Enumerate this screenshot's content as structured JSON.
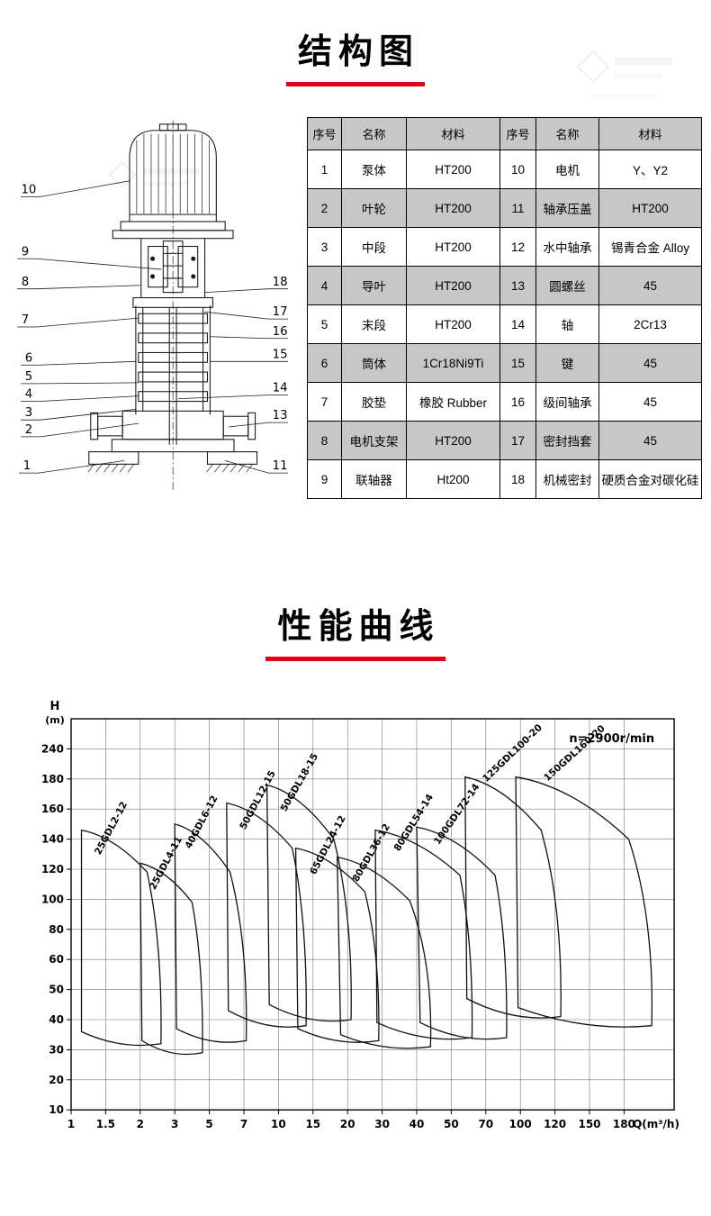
{
  "page": {
    "section1_title": "结构图",
    "section2_title": "性能曲线",
    "accent_color": "#e60012"
  },
  "parts_table": {
    "headers": [
      "序号",
      "名称",
      "材料",
      "序号",
      "名称",
      "材料"
    ],
    "rows": [
      [
        "1",
        "泵体",
        "HT200",
        "10",
        "电机",
        "Y、Y2"
      ],
      [
        "2",
        "叶轮",
        "HT200",
        "11",
        "轴承压盖",
        "HT200"
      ],
      [
        "3",
        "中段",
        "HT200",
        "12",
        "水中轴承",
        "锡青合金 Alloy"
      ],
      [
        "4",
        "导叶",
        "HT200",
        "13",
        "圆螺丝",
        "45"
      ],
      [
        "5",
        "末段",
        "HT200",
        "14",
        "轴",
        "2Cr13"
      ],
      [
        "6",
        "筒体",
        "1Cr18Ni9Ti",
        "15",
        "键",
        "45"
      ],
      [
        "7",
        "胶垫",
        "橡胶 Rubber",
        "16",
        "级间轴承",
        "45"
      ],
      [
        "8",
        "电机支架",
        "HT200",
        "17",
        "密封挡套",
        "45"
      ],
      [
        "9",
        "联轴器",
        "Ht200",
        "18",
        "机械密封",
        "硬质合金对碳化硅"
      ]
    ]
  },
  "diagram": {
    "callouts_left": [
      "10",
      "9",
      "8",
      "7",
      "6",
      "5",
      "4",
      "3",
      "2",
      "1"
    ],
    "callouts_right": [
      "18",
      "17",
      "16",
      "15",
      "14",
      "13",
      "11"
    ]
  },
  "chart_data": {
    "type": "line",
    "title": "性能曲线",
    "annotation": "n=2900r/min",
    "xlabel": "Q(m³/h)",
    "ylabel": "H",
    "ylabel_unit": "(m)",
    "x_scale": "log-graph-paper",
    "y_scale": "log-graph-paper",
    "grid": true,
    "x_ticks": [
      1,
      1.5,
      2,
      3,
      5,
      7,
      10,
      15,
      20,
      30,
      40,
      50,
      70,
      100,
      120,
      150,
      180
    ],
    "x_tick_labels": [
      "1",
      "1.5",
      "2",
      "3",
      "5",
      "7",
      "10",
      "15",
      "20",
      "30",
      "40",
      "50",
      "70",
      "100",
      "120",
      "150",
      "180"
    ],
    "y_ticks": [
      10,
      20,
      30,
      40,
      50,
      60,
      80,
      100,
      120,
      140,
      160,
      180,
      240
    ],
    "y_tick_labels": [
      "10",
      "20",
      "30",
      "40",
      "50",
      "60",
      "80",
      "100",
      "120",
      "140",
      "160",
      "180",
      "240"
    ],
    "series": [
      {
        "name": "25GDL2-12",
        "tl": [
          1.15,
          146
        ],
        "tr": [
          2.2,
          118
        ],
        "br": [
          2.6,
          32
        ],
        "bl": [
          1.15,
          36
        ],
        "label_angle": -62,
        "label_dy": 28
      },
      {
        "name": "25GDL4-11",
        "tl": [
          2.0,
          124
        ],
        "tr": [
          4.0,
          98
        ],
        "br": [
          4.6,
          29
        ],
        "bl": [
          2.05,
          33
        ],
        "label_angle": -62,
        "label_dy": 30
      },
      {
        "name": "40GDL6-12",
        "tl": [
          3.0,
          150
        ],
        "tr": [
          6.2,
          118
        ],
        "br": [
          7.2,
          33
        ],
        "bl": [
          3.1,
          37
        ],
        "label_angle": -62,
        "label_dy": 28
      },
      {
        "name": "50GDL12-15",
        "tl": [
          6.0,
          164
        ],
        "tr": [
          12.0,
          134
        ],
        "br": [
          14.0,
          38
        ],
        "bl": [
          6.1,
          43
        ],
        "label_angle": -62,
        "label_dy": 30
      },
      {
        "name": "50GDL18-15",
        "tl": [
          9.0,
          176
        ],
        "tr": [
          18.0,
          140
        ],
        "br": [
          21.0,
          40
        ],
        "bl": [
          9.2,
          45
        ],
        "label_angle": -60,
        "label_dy": 30
      },
      {
        "name": "65GDL24-12",
        "tl": [
          12.5,
          134
        ],
        "tr": [
          25.0,
          105
        ],
        "br": [
          29.0,
          33
        ],
        "bl": [
          12.8,
          37
        ],
        "label_angle": -62,
        "label_dy": 30
      },
      {
        "name": "80GDL36-12",
        "tl": [
          18.5,
          128
        ],
        "tr": [
          38.0,
          99
        ],
        "br": [
          44.0,
          31
        ],
        "bl": [
          19.0,
          35
        ],
        "label_angle": -60,
        "label_dy": 28
      },
      {
        "name": "80GDL54-14",
        "tl": [
          28.0,
          146
        ],
        "tr": [
          55.0,
          116
        ],
        "br": [
          62.0,
          34
        ],
        "bl": [
          28.5,
          39
        ],
        "label_angle": -58,
        "label_dy": 24
      },
      {
        "name": "100GDL72-14",
        "tl": [
          40.0,
          148
        ],
        "tr": [
          78.0,
          116
        ],
        "br": [
          88.0,
          34
        ],
        "bl": [
          41.0,
          39
        ],
        "label_angle": -55,
        "label_dy": 20
      },
      {
        "name": "125GDL100-20",
        "tl": [
          58.0,
          184
        ],
        "tr": [
          112.0,
          146
        ],
        "br": [
          125.0,
          41
        ],
        "bl": [
          59.0,
          47
        ],
        "label_angle": -44,
        "label_dy": 6
      },
      {
        "name": "150GDL160-20",
        "tl": [
          96.0,
          184
        ],
        "tr": [
          184.0,
          140
        ],
        "br": [
          204.0,
          38
        ],
        "bl": [
          98.0,
          44
        ],
        "label_angle": -42,
        "label_dy": 5
      }
    ]
  }
}
